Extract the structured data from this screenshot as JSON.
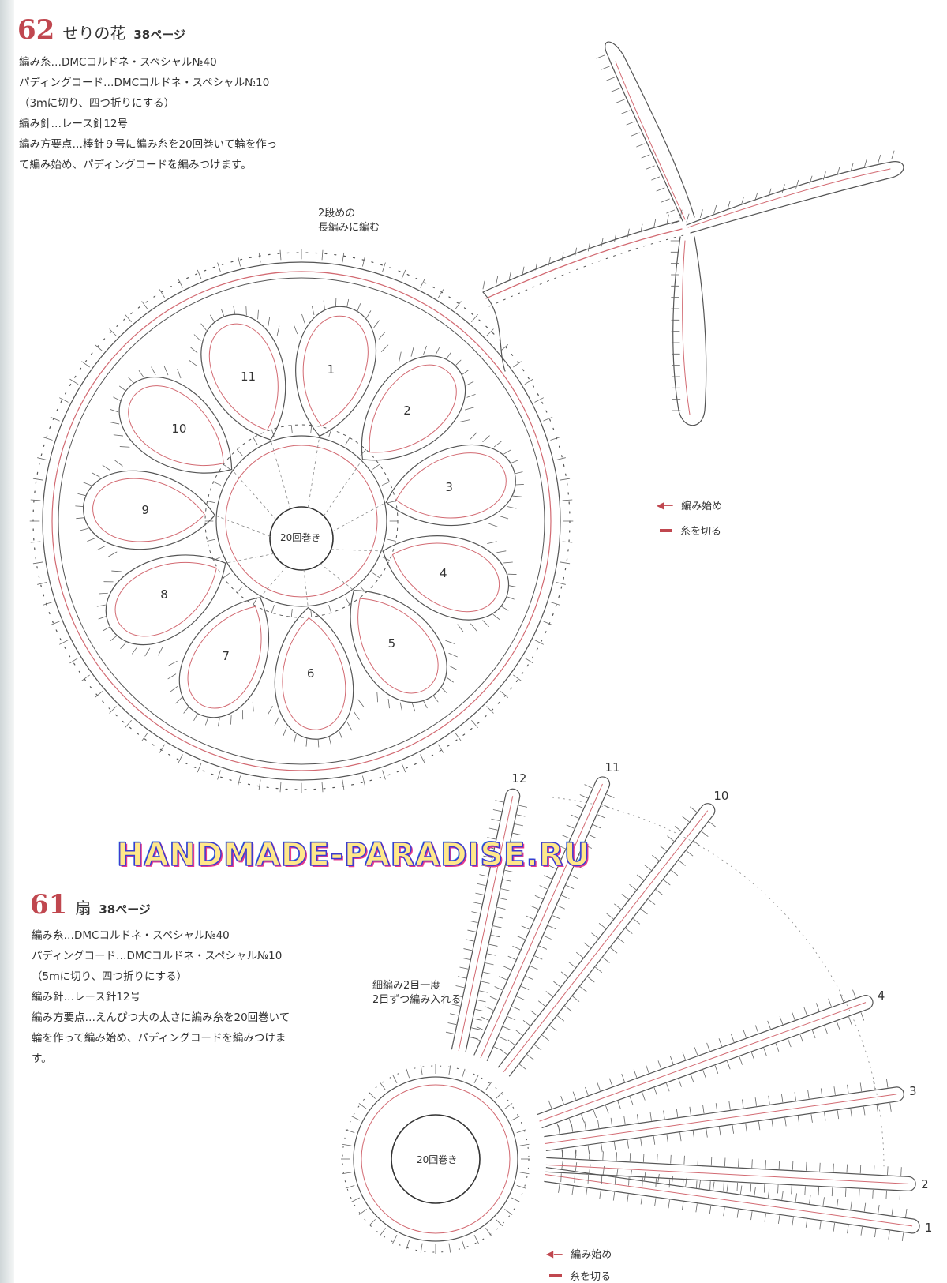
{
  "colors": {
    "accent": "#c0474f",
    "line_gray": "#555555",
    "thread_red": "#d26a72"
  },
  "pattern62": {
    "number": "62",
    "title": "せりの花",
    "page_ref": "38ページ",
    "lines": [
      "編み糸…DMCコルドネ・スペシャル№40",
      "パディングコード…DMCコルドネ・スペシャル№10",
      "（3ｍに切り、四つ折りにする）",
      "編み針…レース針12号",
      "編み方要点…棒針９号に編み糸を20回巻いて輪を作っ",
      "て編み始め、パディングコードを編みつけます。"
    ],
    "note_row2": "2段めの",
    "note_row2b": "長編みに編む",
    "center_label": "20回巻き",
    "petals": [
      "1",
      "2",
      "3",
      "4",
      "5",
      "6",
      "7",
      "8",
      "9",
      "10",
      "11"
    ],
    "legend_start": "編み始め",
    "legend_cut": "糸を切る"
  },
  "watermark": "HANDMADE-PARADISE.RU",
  "pattern61": {
    "number": "61",
    "title": "扇",
    "page_ref": "38ページ",
    "lines": [
      "編み糸…DMCコルドネ・スペシャル№40",
      "パディングコード…DMCコルドネ・スペシャル№10",
      "（5ｍに切り、四つ折りにする）",
      "編み針…レース針12号",
      "編み方要点…えんぴつ大の太さに編み糸を20回巻いて",
      "輪を作って編み始め、パディングコードを編みつけま",
      "す。"
    ],
    "note1": "細編み2目一度",
    "note2": "2目ずつ編み入れる",
    "center_label": "20回巻き",
    "ribs": [
      "1",
      "2",
      "3",
      "4",
      "10",
      "11",
      "12"
    ],
    "legend_start": "編み始め",
    "legend_cut": "糸を切る"
  }
}
